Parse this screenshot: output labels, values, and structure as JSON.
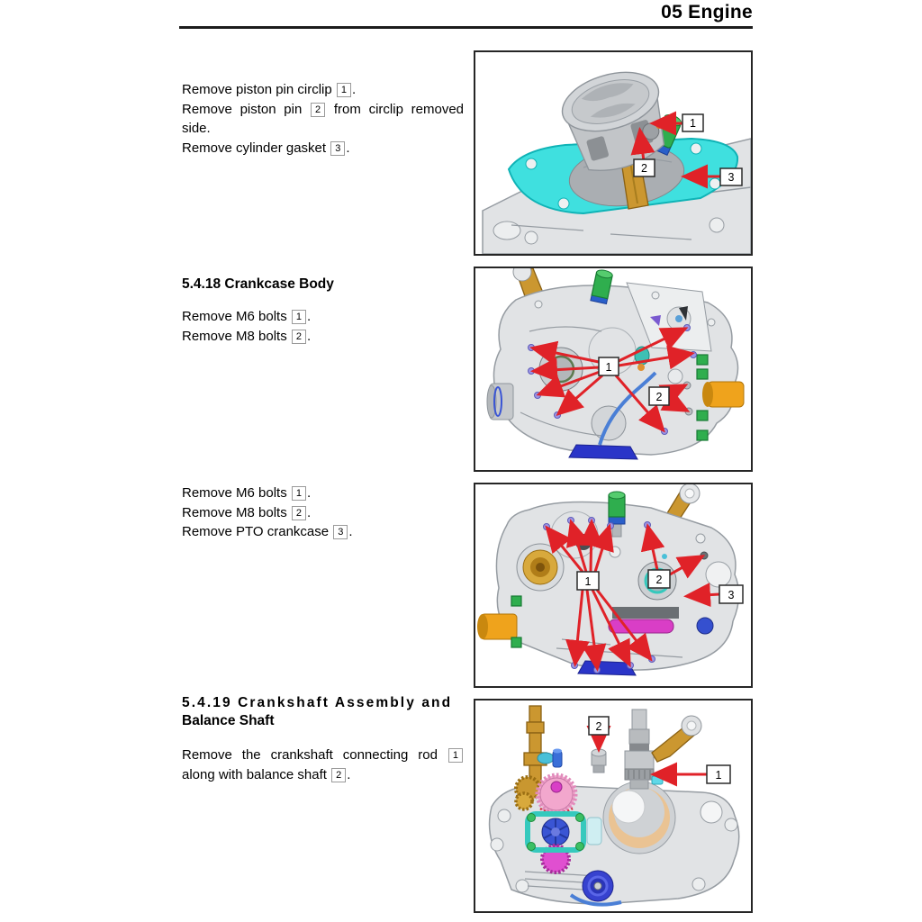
{
  "page": {
    "header_title": "05 Engine"
  },
  "colors": {
    "arrow_red": "#e02228",
    "gasket_cyan": "#3fe0df",
    "engine_gray": "#e1e3e5",
    "gold": "#cb9730",
    "green": "#2fae4e",
    "orange": "#efa31c",
    "blue": "#2a35c8",
    "pink": "#f2a7cd",
    "magenta": "#d93ec6",
    "teal": "#35c9bd",
    "violet_bolt": "#9b97e6"
  },
  "sections": [
    {
      "id": "piston-pin-removal",
      "heading_lines": [],
      "lines": [
        [
          {
            "t": "Remove piston pin circlip "
          },
          {
            "n": "1"
          },
          {
            "t": "."
          }
        ],
        [
          {
            "t": "Remove piston pin "
          },
          {
            "n": "2"
          },
          {
            "t": " from circlip removed side."
          }
        ],
        [
          {
            "t": "Remove cylinder gasket "
          },
          {
            "n": "3"
          },
          {
            "t": "."
          }
        ]
      ],
      "figure": {
        "name": "piston-gasket-removal",
        "callouts": [
          {
            "label": "1"
          },
          {
            "label": "2"
          },
          {
            "label": "3"
          }
        ]
      }
    },
    {
      "id": "crankcase-body",
      "heading_lines": [
        "5.4.18 Crankcase Body"
      ],
      "lines": [
        [
          {
            "t": "Remove M6 bolts "
          },
          {
            "n": "1"
          },
          {
            "t": "."
          }
        ],
        [
          {
            "t": "Remove M8 bolts "
          },
          {
            "n": "2"
          },
          {
            "t": "."
          }
        ]
      ],
      "figure": {
        "name": "crankcase-bolts-magneto-side",
        "callouts": [
          {
            "label": "1"
          },
          {
            "label": "2"
          }
        ]
      }
    },
    {
      "id": "pto-crankcase",
      "heading_lines": [],
      "lines": [
        [
          {
            "t": "Remove M6 bolts "
          },
          {
            "n": "1"
          },
          {
            "t": "."
          }
        ],
        [
          {
            "t": "Remove M8 bolts "
          },
          {
            "n": "2"
          },
          {
            "t": "."
          }
        ],
        [
          {
            "t": "Remove PTO crankcase "
          },
          {
            "n": "3"
          },
          {
            "t": "."
          }
        ]
      ],
      "figure": {
        "name": "crankcase-bolts-pto-side",
        "callouts": [
          {
            "label": "1"
          },
          {
            "label": "2"
          },
          {
            "label": "3"
          }
        ]
      }
    },
    {
      "id": "crankshaft-balance-shaft",
      "heading_lines": [
        "5.4.19 Crankshaft Assembly and",
        "Balance Shaft"
      ],
      "lines": [
        [
          {
            "t": "Remove the crankshaft connecting rod "
          },
          {
            "n": "1"
          },
          {
            "t": " along with balance shaft "
          },
          {
            "n": "2"
          },
          {
            "t": "."
          }
        ]
      ],
      "figure": {
        "name": "crankshaft-balance-shaft-removal",
        "callouts": [
          {
            "label": "2"
          },
          {
            "label": "1"
          }
        ]
      }
    }
  ]
}
